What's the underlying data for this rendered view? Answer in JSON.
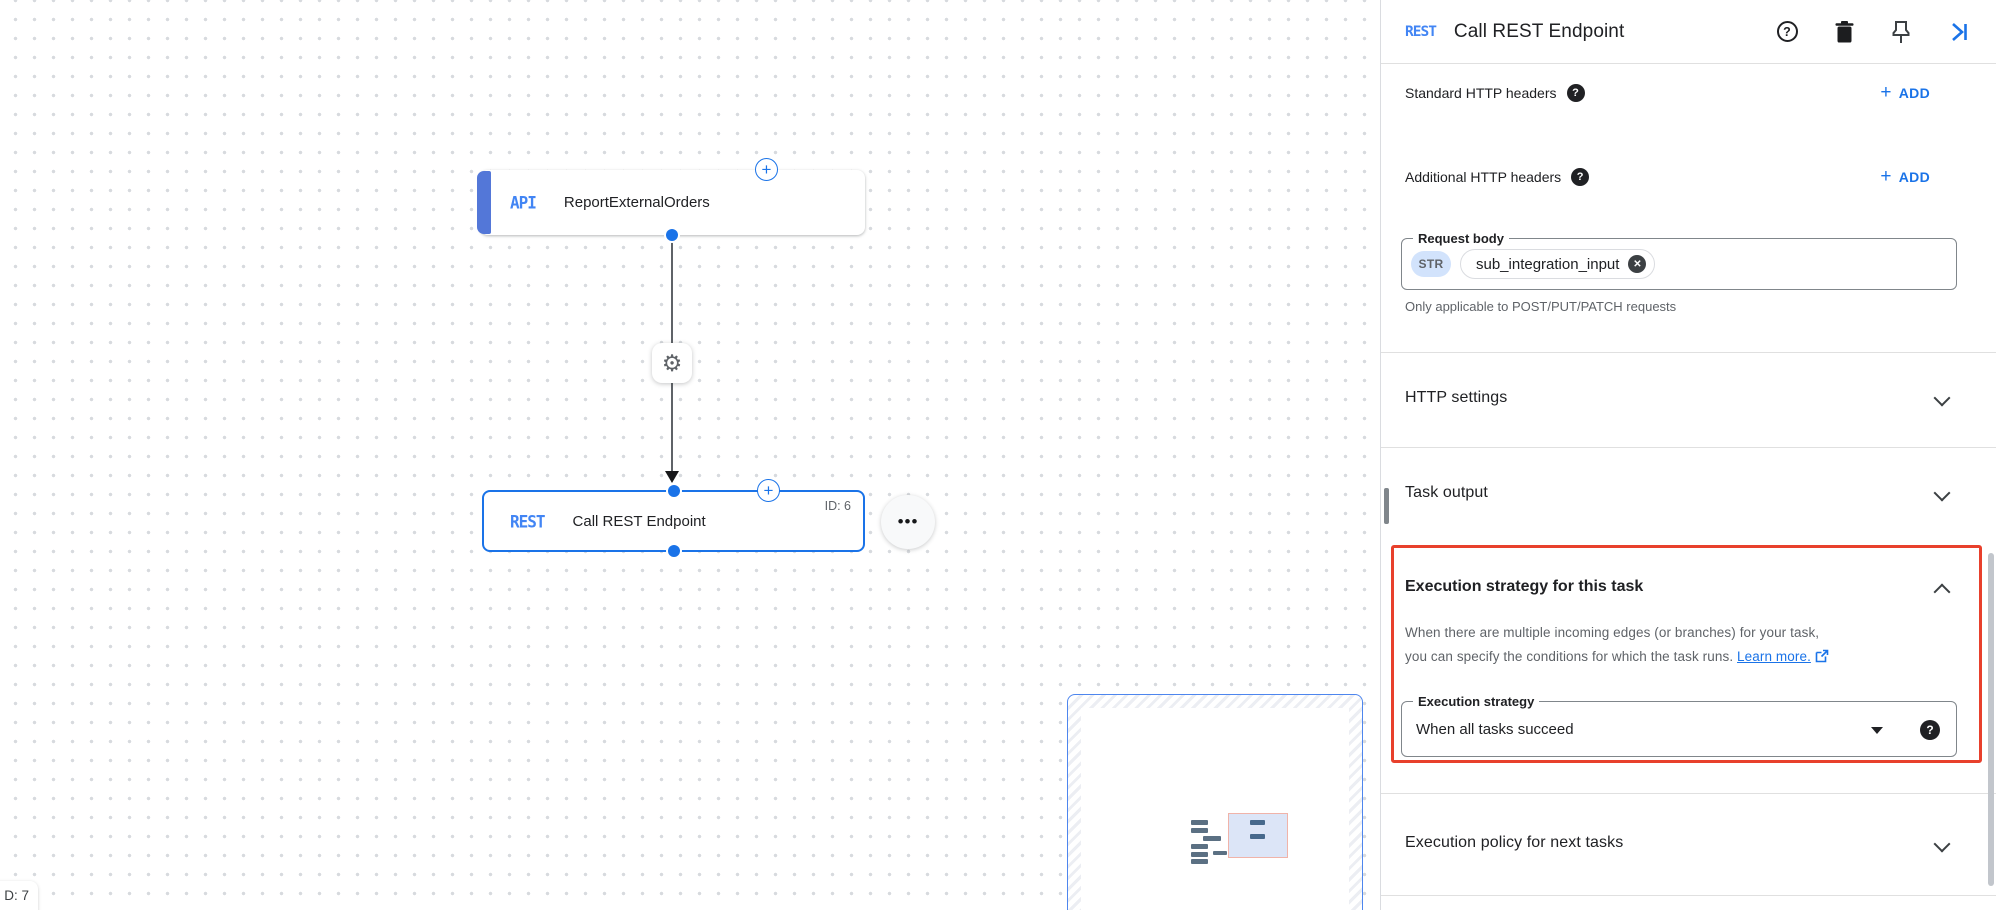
{
  "canvas": {
    "node_api": {
      "icon_label": "API",
      "title": "ReportExternalOrders"
    },
    "node_rest": {
      "icon_label": "REST",
      "title": "Call REST Endpoint",
      "id_badge": "ID: 6"
    },
    "partial_node": {
      "id_badge": "D: 7"
    }
  },
  "icons": {
    "plus": "+",
    "gear": "⚙",
    "more": "•••",
    "close": "✕",
    "help": "?"
  },
  "panel": {
    "header": {
      "icon_label": "REST",
      "title": "Call REST Endpoint"
    },
    "standard_headers": {
      "label": "Standard HTTP headers",
      "action": "ADD"
    },
    "additional_headers": {
      "label": "Additional HTTP headers",
      "action": "ADD"
    },
    "request_body": {
      "label": "Request body",
      "type_chip": "STR",
      "value": "sub_integration_input",
      "helper": "Only applicable to POST/PUT/PATCH requests"
    },
    "sections": [
      {
        "label": "HTTP settings"
      },
      {
        "label": "Task output"
      },
      {
        "label": "Execution policy for next tasks"
      }
    ],
    "execution_strategy": {
      "title": "Execution strategy for this task",
      "description_line1": "When there are multiple incoming edges (or branches) for your task,",
      "description_line2": "you can specify the conditions for which the task runs.",
      "link_label": "Learn more.",
      "field_label": "Execution strategy",
      "field_value": "When all tasks succeed"
    }
  },
  "colors": {
    "accent_blue": "#1a73e8",
    "logo_blue": "#4285f4",
    "node_accent_bar": "#5377d8",
    "highlight_red": "#e8402c",
    "text_primary": "#202124",
    "text_secondary": "#5f6368",
    "divider": "#e0e0e0",
    "chip_bg": "#d2e3fc"
  }
}
